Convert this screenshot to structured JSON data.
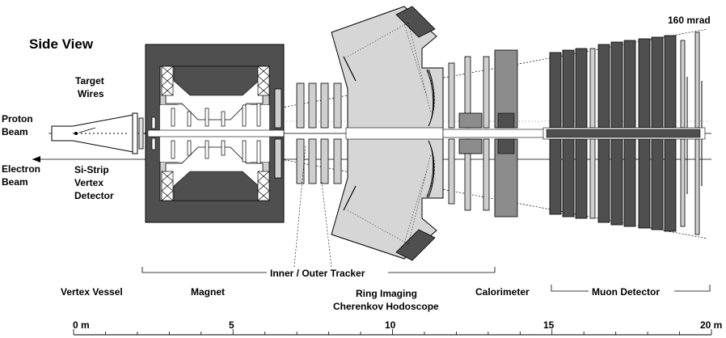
{
  "title": "Side View",
  "labels": {
    "target_wires": [
      "Target",
      "Wires"
    ],
    "proton_beam": [
      "Proton",
      "Beam"
    ],
    "electron_beam": [
      "Electron",
      "Beam"
    ],
    "si_strip": [
      "Si-Strip",
      "Vertex",
      "Detector"
    ],
    "angle": "160 mrad",
    "inner_outer_tracker": "Inner / Outer Tracker",
    "muon_detector": "Muon Detector"
  },
  "components": {
    "vertex_vessel": "Vertex Vessel",
    "magnet": "Magnet",
    "rich": [
      "Ring Imaging",
      "Cherenkov Hodoscope"
    ],
    "calorimeter": "Calorimeter"
  },
  "scale": {
    "labels": [
      "0 m",
      "5",
      "10",
      "15",
      "20 m"
    ]
  },
  "colors": {
    "dark": "#4f4f4f",
    "mid": "#8c8c8c",
    "light": "#cfcfcf",
    "rich_fill": "#d6d6d6"
  }
}
